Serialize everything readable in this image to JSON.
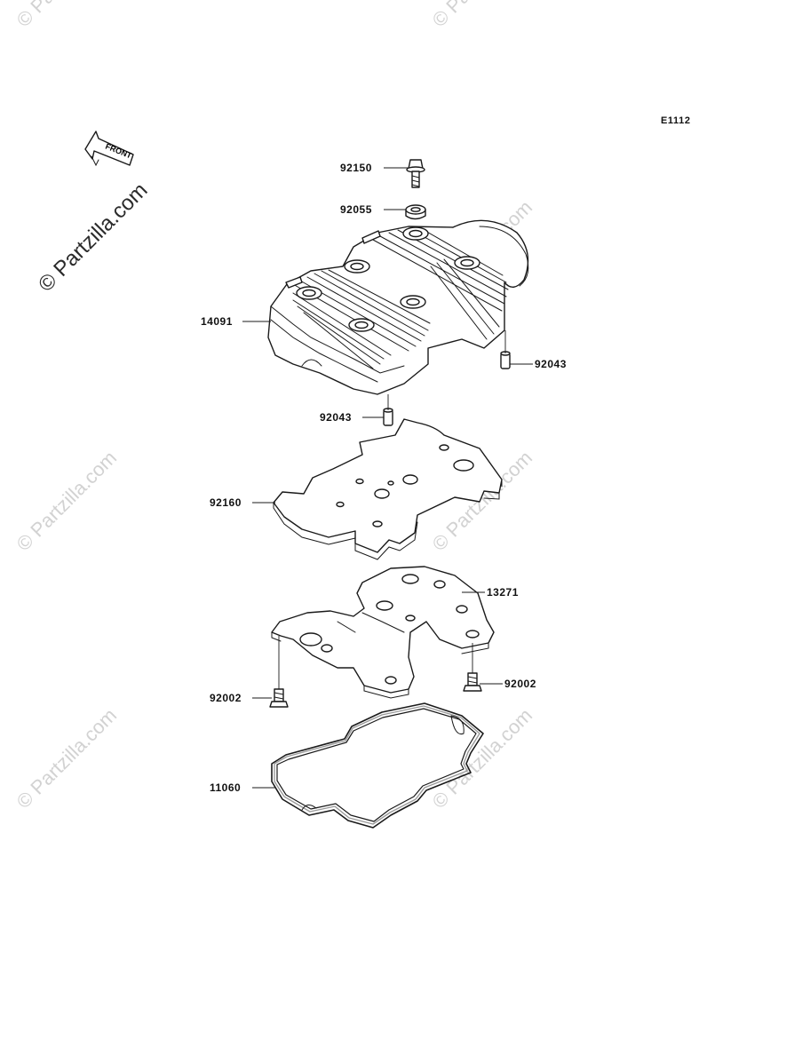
{
  "diagram": {
    "code": "E1112",
    "front_label": "FRONT",
    "watermark_text": "© Partzilla.com",
    "brand_text": "© Partzilla.com"
  },
  "parts": [
    {
      "id": "p1",
      "number": "92150"
    },
    {
      "id": "p2",
      "number": "92055"
    },
    {
      "id": "p3",
      "number": "14091"
    },
    {
      "id": "p4",
      "number": "92043"
    },
    {
      "id": "p5",
      "number": "92043"
    },
    {
      "id": "p6",
      "number": "92160"
    },
    {
      "id": "p7",
      "number": "13271"
    },
    {
      "id": "p8",
      "number": "92002"
    },
    {
      "id": "p9",
      "number": "92002"
    },
    {
      "id": "p10",
      "number": "11060"
    }
  ]
}
